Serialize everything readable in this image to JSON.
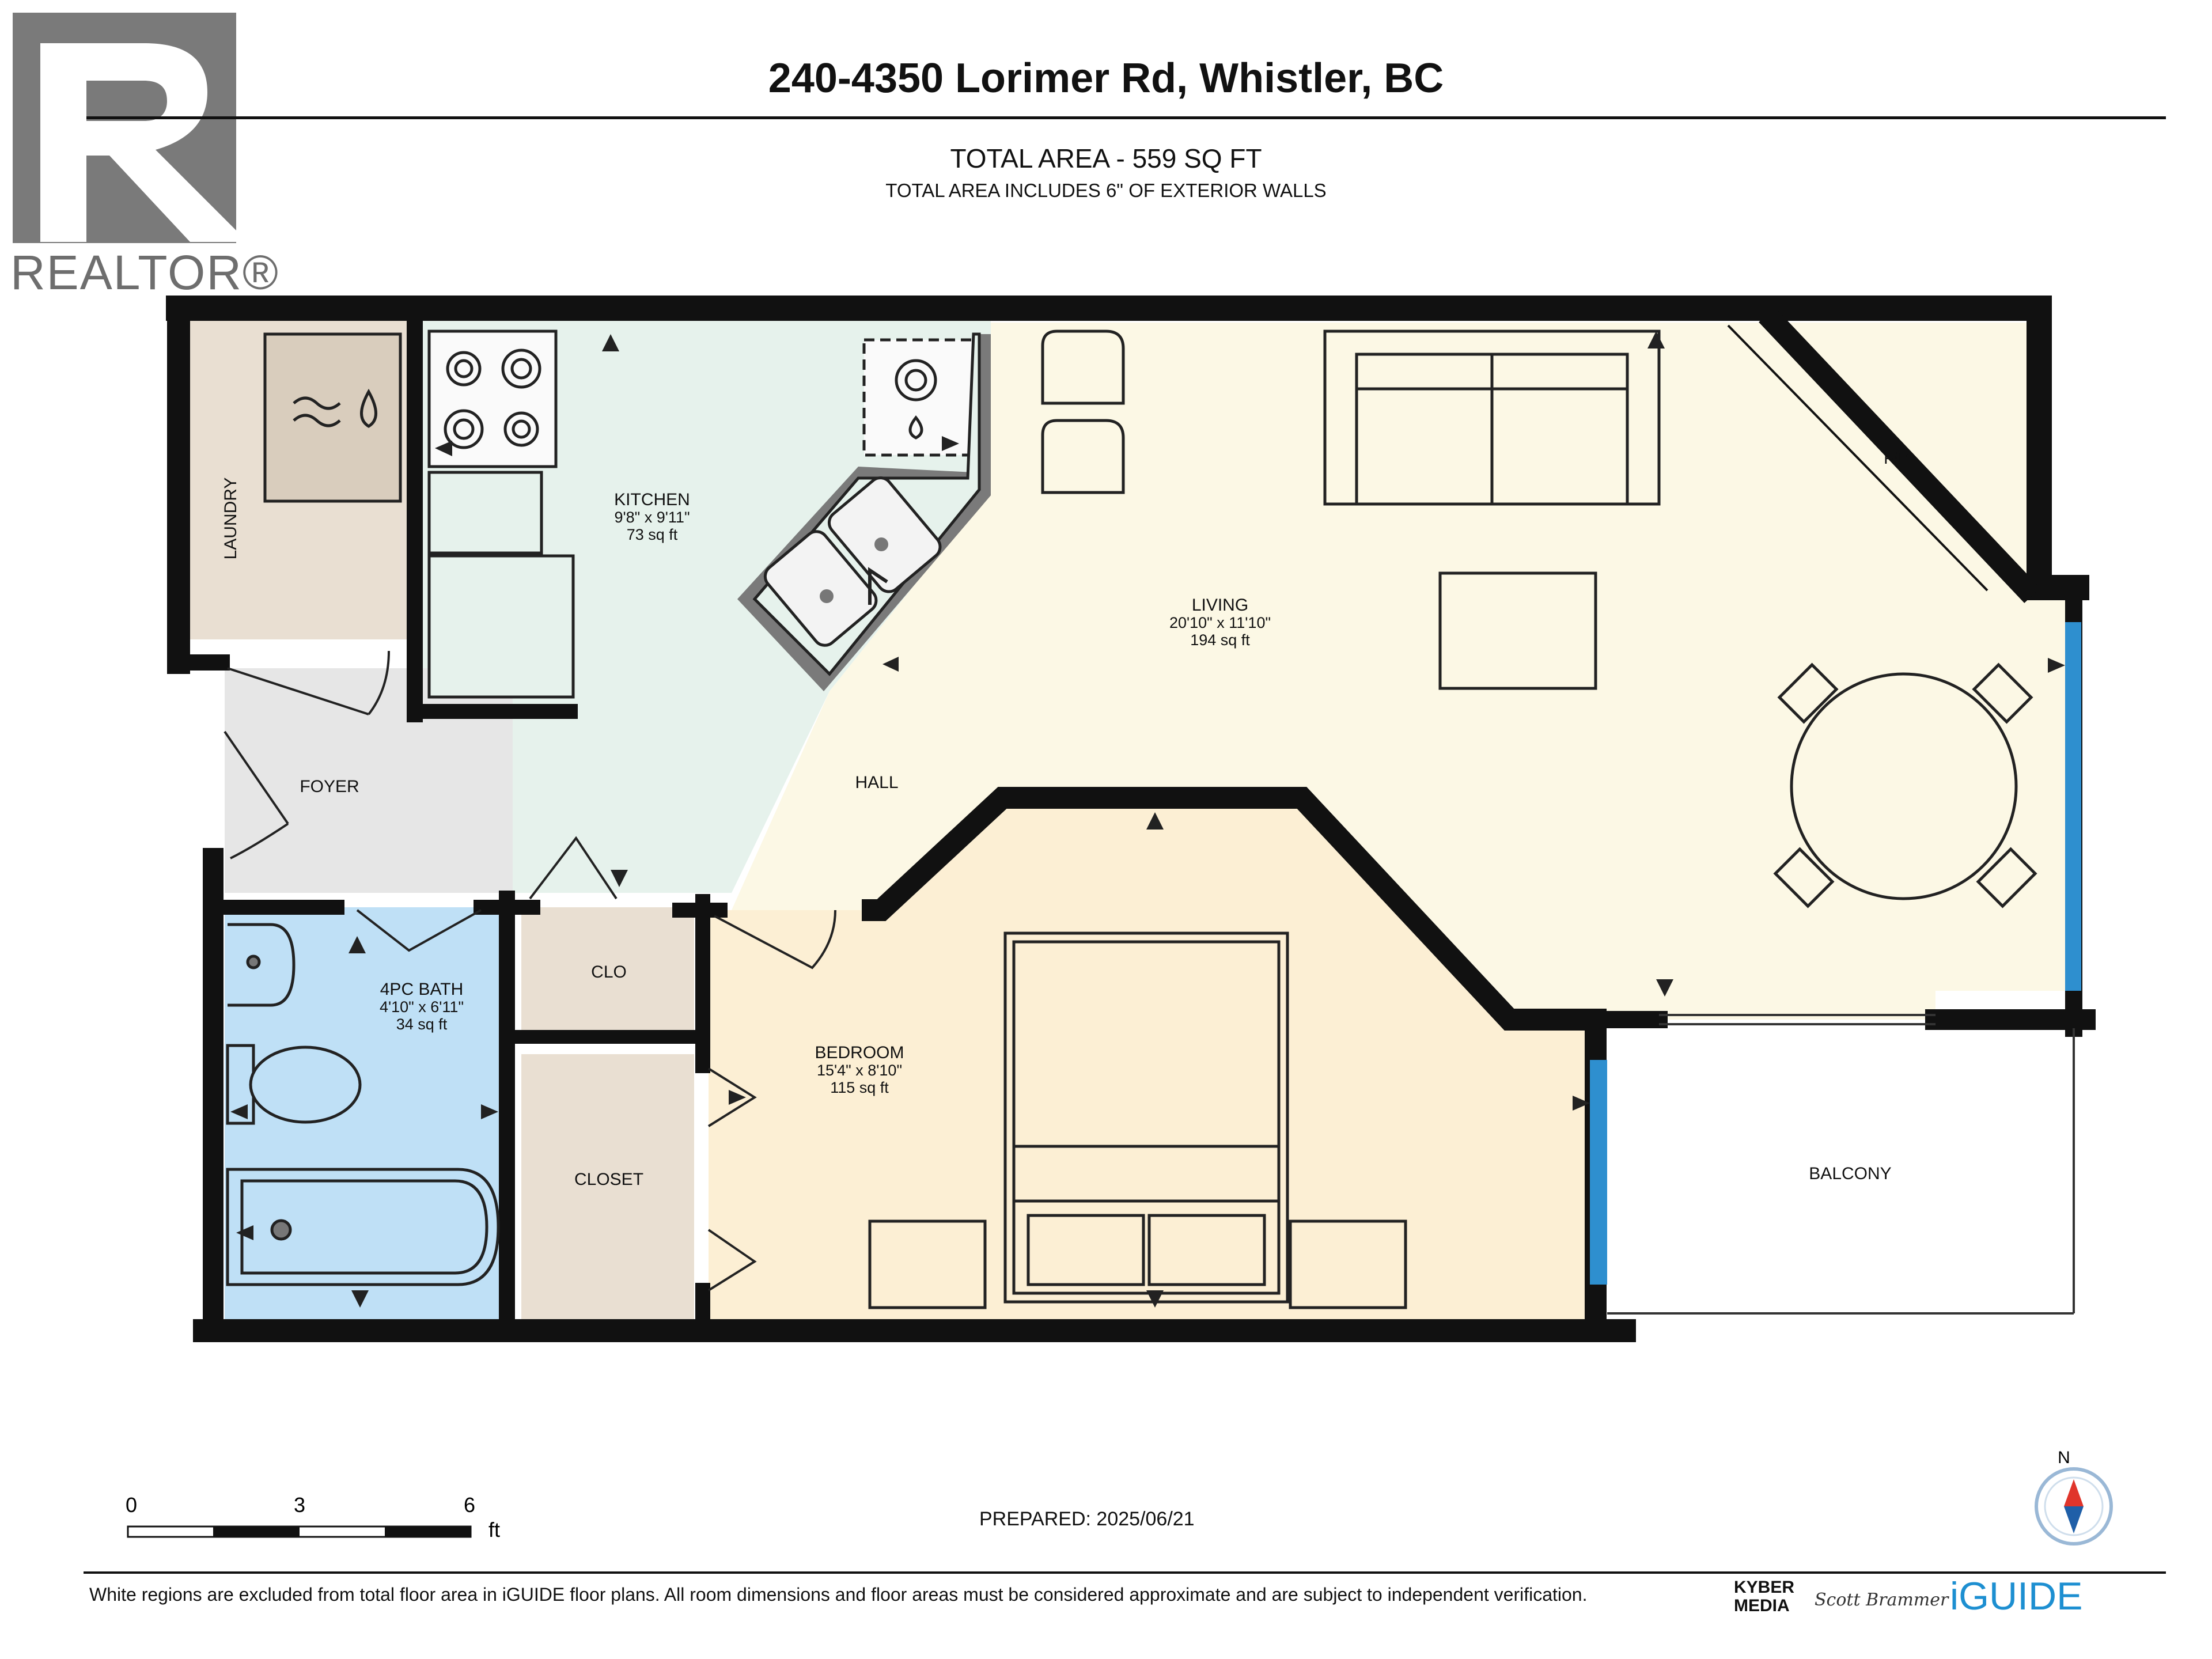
{
  "header": {
    "address": "240-4350 Lorimer Rd, Whistler, BC",
    "total_area": "TOTAL AREA - 559 SQ FT",
    "area_note": "TOTAL AREA INCLUDES 6\" OF EXTERIOR WALLS"
  },
  "logo": {
    "wordmark": "REALTOR®",
    "icon": "realtor-r-icon"
  },
  "rooms": {
    "kitchen": {
      "name": "KITCHEN",
      "dims": "9'8\" x 9'11\"",
      "area": "73 sq ft"
    },
    "living": {
      "name": "LIVING",
      "dims": "20'10\" x 11'10\"",
      "area": "194 sq ft"
    },
    "bath": {
      "name": "4PC BATH",
      "dims": "4'10\" x 6'11\"",
      "area": "34 sq ft"
    },
    "bedroom": {
      "name": "BEDROOM",
      "dims": "15'4\" x 8'10\"",
      "area": "115 sq ft"
    },
    "laundry": "LAUNDRY",
    "foyer": "FOYER",
    "hall": "HALL",
    "clo": "CLO",
    "closet": "CLOSET",
    "balcony": "BALCONY",
    "fp": "F/P"
  },
  "colors": {
    "wall": "#111111",
    "laundry": "#e9dfd2",
    "kitchen": "#e6f2ec",
    "living": "#fcf8e5",
    "bedroom": "#fcefd4",
    "bath": "#bfe0f6",
    "closet": "#e9dfd2",
    "foyer": "#e6e6e6",
    "window": "#2e8fcf"
  },
  "scale": {
    "ticks": [
      "0",
      "3",
      "6"
    ],
    "unit": "ft"
  },
  "prepared": "PREPARED: 2025/06/21",
  "compass": {
    "label": "N",
    "icon": "compass-icon"
  },
  "footer": {
    "disclaimer": "White regions are excluded from total floor area in iGUIDE floor plans. All room dimensions and floor areas must be considered approximate and are subject to independent verification.",
    "kyber": "KYBER MEDIA",
    "signature": "Scott Brammer",
    "iguide": "iGUIDE"
  }
}
